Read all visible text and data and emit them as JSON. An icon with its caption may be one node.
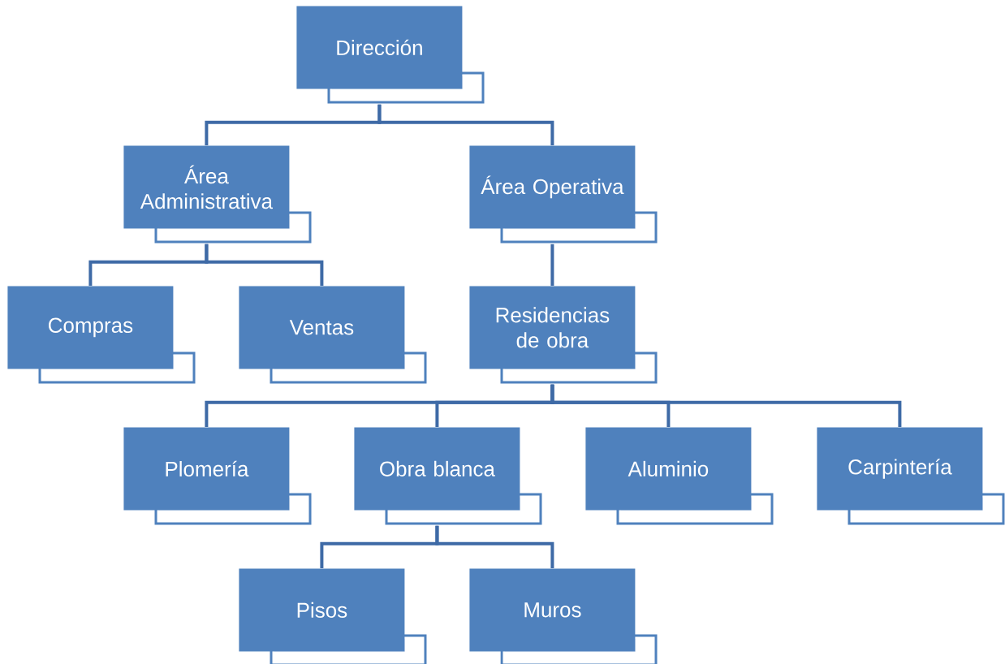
{
  "diagram": {
    "nodes": [
      {
        "text": [
          "Dirección"
        ]
      },
      {
        "text": [
          "Área Administrativa"
        ]
      },
      {
        "text": [
          "Área Operativa"
        ]
      },
      {
        "text": [
          "Compras"
        ]
      },
      {
        "text": [
          "Ventas"
        ]
      },
      {
        "text": [
          "Residencias de obra"
        ]
      },
      {
        "text": [
          "Plomería"
        ]
      },
      {
        "text": [
          "Obra blanca"
        ]
      },
      {
        "text": [
          "Aluminio"
        ]
      },
      {
        "text": [
          "Carpintería"
        ]
      },
      {
        "text": [
          "Pisos"
        ]
      },
      {
        "text": [
          "Muros"
        ]
      }
    ],
    "edges": [
      {
        "from": 0,
        "to": 1,
        "arrow": "none"
      },
      {
        "from": 0,
        "to": 2,
        "arrow": "none"
      },
      {
        "from": 1,
        "to": 3,
        "arrow": "none"
      },
      {
        "from": 1,
        "to": 4,
        "arrow": "none"
      },
      {
        "from": 2,
        "to": 5,
        "arrow": "none"
      },
      {
        "from": 5,
        "to": 6,
        "arrow": "none"
      },
      {
        "from": 5,
        "to": 7,
        "arrow": "none"
      },
      {
        "from": 5,
        "to": 8,
        "arrow": "none"
      },
      {
        "from": 5,
        "to": 9,
        "arrow": "none"
      },
      {
        "from": 7,
        "to": 10,
        "arrow": "none"
      },
      {
        "from": 7,
        "to": 11,
        "arrow": "none"
      }
    ]
  }
}
